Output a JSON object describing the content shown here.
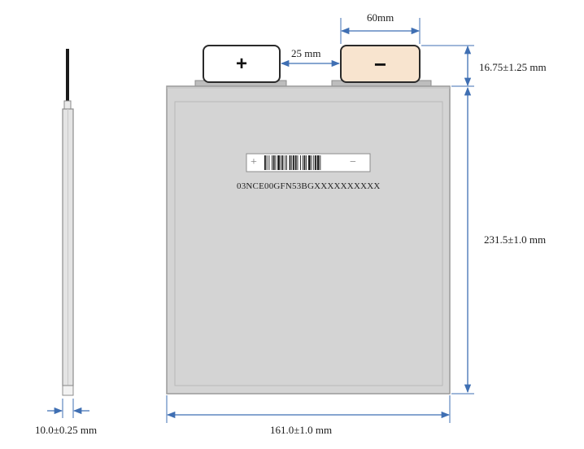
{
  "diagram": {
    "positive_tab_symbol": "+",
    "negative_tab_symbol": "−",
    "barcode_plus": "+",
    "barcode_minus": "−",
    "serial_number": "03NCE00GFN53BGXXXXXXXXXX",
    "dimensions": {
      "tab_width": "60mm",
      "tab_spacing": "25 mm",
      "tab_height": "16.75±1.25 mm",
      "cell_height": "231.5±1.0 mm",
      "cell_width": "161.0±1.0 mm",
      "cell_thickness": "10.0±0.25 mm"
    }
  },
  "colors": {
    "cell_body": "#d4d4d4",
    "cell_border": "#9a9a9a",
    "negative_tab_fill": "#f8e4cf",
    "positive_tab_fill": "#ffffff",
    "dimension_arrow": "#3f6fb3",
    "side_wire": "#1a1a1a"
  }
}
